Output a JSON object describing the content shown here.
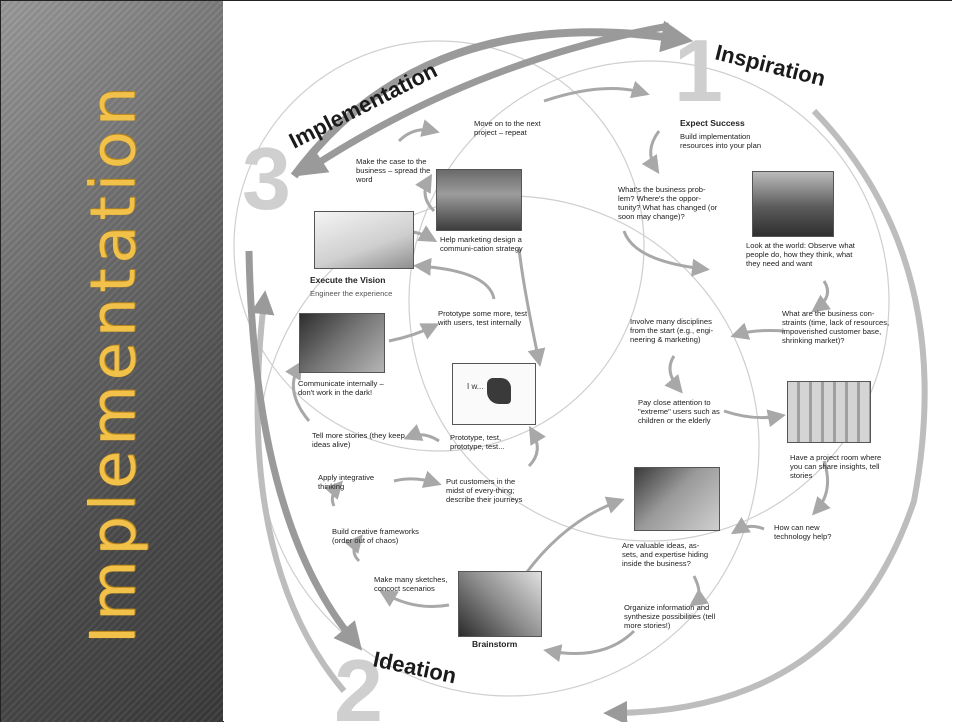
{
  "slide": {
    "sidebar_title": "Implementation"
  },
  "diagram": {
    "phases": {
      "inspiration": {
        "number": "1",
        "label": "Inspiration"
      },
      "ideation": {
        "number": "2",
        "label": "Ideation"
      },
      "implementation": {
        "number": "3",
        "label": "Implementation"
      }
    },
    "labels": {
      "expect_success": "Expect Success",
      "build_resources": "Build implementation resources into your plan",
      "business_problem": "What's the business prob-lem? Where's the oppor-tunity? What has changed (or soon may change)?",
      "look_world": "Look at the world: Observe what people do, how they think, what they need and want",
      "constraints": "What are the business con-straints (time, lack of resources, impoverished customer base, shrinking market)?",
      "disciplines": "Involve many disciplines from the start (e.g., engi-neering & marketing)",
      "extreme_users": "Pay close attention to \"extreme\" users such as children or the elderly",
      "project_room": "Have a project room where you can share insights, tell stories",
      "technology": "How can new technology help?",
      "valuable_ideas": "Are valuable ideas, as-sets, and expertise hiding inside the business?",
      "organize": "Organize information and synthesize possibilities (tell more stories!)",
      "brainstorm": "Brainstorm",
      "sketches": "Make many sketches, concoct scenarios",
      "frameworks": "Build creative frameworks (order out of chaos)",
      "integrative": "Apply integrative thinking",
      "customers": "Put customers in the midst of every-thing; describe their journeys",
      "prototype_test": "Prototype, test, prototype, test...",
      "more_stories": "Tell more stories (they keep ideas alive)",
      "communicate": "Communicate internally – don't work in the dark!",
      "prototype_more": "Prototype some more, test with users, test internally",
      "execute_vision": "Execute the Vision",
      "engineer": "Engineer the experience",
      "marketing": "Help marketing design a communi-cation strategy",
      "make_case": "Make the case to the business – spread the word",
      "move_on": "Move on to the next project – repeat"
    },
    "photo_card_text": "I w..."
  }
}
